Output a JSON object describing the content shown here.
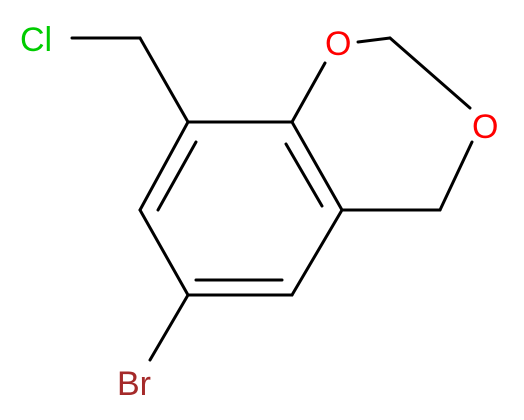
{
  "molecule": {
    "atoms": {
      "cl": {
        "symbol": "Cl",
        "color": "#00CC00"
      },
      "o1": {
        "symbol": "O",
        "color": "#FF0000"
      },
      "o2": {
        "symbol": "O",
        "color": "#FF0000"
      },
      "br": {
        "symbol": "Br",
        "color": "#A52A2A"
      }
    },
    "bond_color": "#000000"
  }
}
